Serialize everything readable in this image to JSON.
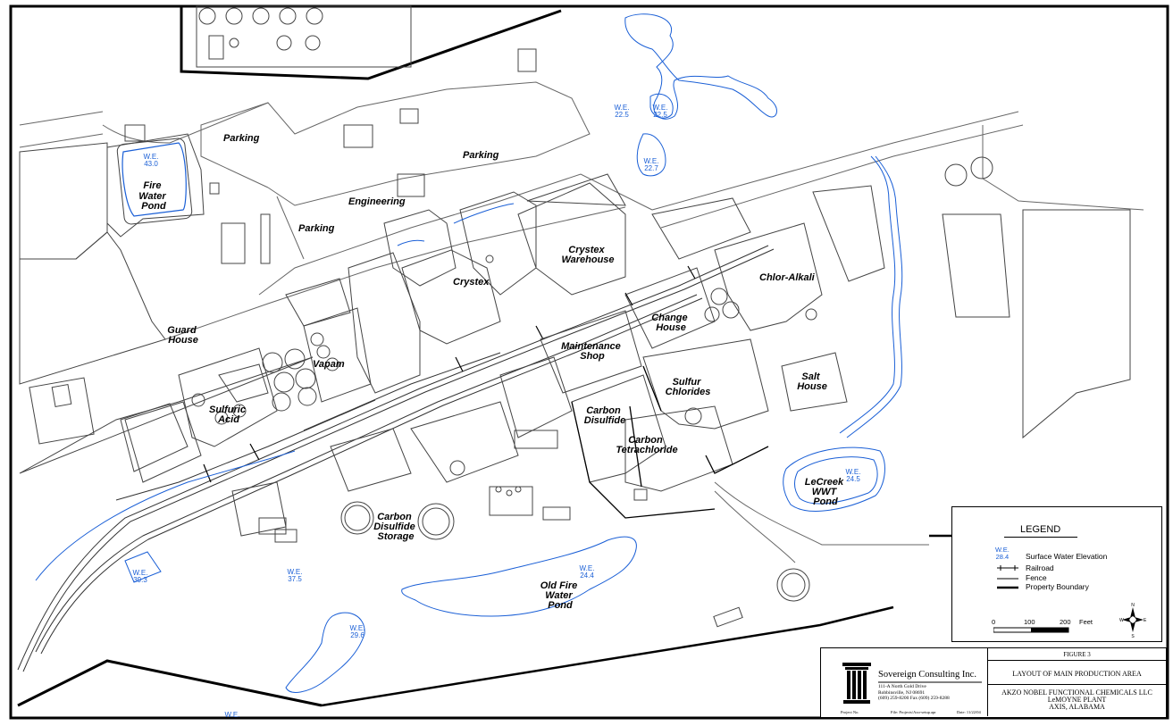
{
  "map": {
    "labels": {
      "parking_1": "Parking",
      "parking_2": "Parking",
      "parking_3": "Parking",
      "engineering": "Engineering",
      "fire_water_pond": [
        "Fire",
        "Water",
        "Pond"
      ],
      "crystex_warehouse": [
        "Crystex",
        "Warehouse"
      ],
      "crystex": "Crystex",
      "chlor_alkali": "Chlor-Alkali",
      "change_house": [
        "Change",
        "House"
      ],
      "maintenance_shop": [
        "Maintenance",
        "Shop"
      ],
      "guard_house": [
        "Guard",
        "House"
      ],
      "vapam": "Vapam",
      "sulfuric_acid": [
        "Sulfuric",
        "Acid"
      ],
      "sulfur_chlorides": [
        "Sulfur",
        "Chlorides"
      ],
      "salt_house": [
        "Salt",
        "House"
      ],
      "carbon_disulfide": [
        "Carbon",
        "Disulfide"
      ],
      "carbon_tetrachloride": [
        "Carbon",
        "Tetrachloride"
      ],
      "lecreek_wwt_pond": [
        "LeCreek",
        "WWT",
        "Pond"
      ],
      "cs2_storage": [
        "Carbon",
        "Disulfide",
        "Storage"
      ],
      "old_fire_water_pond": [
        "Old Fire",
        "Water",
        "Pond"
      ]
    },
    "water_elevations": [
      [
        "W.E.",
        "43.0"
      ],
      [
        "W.E.",
        "22.5"
      ],
      [
        "W.E.",
        "22.5"
      ],
      [
        "W.E.",
        "22.7"
      ],
      [
        "W.E.",
        "24.5"
      ],
      [
        "W.E.",
        "24.4"
      ],
      [
        "W.E.",
        "37.5"
      ],
      [
        "W.E.",
        "39.3"
      ],
      [
        "W.E.",
        "29.6"
      ],
      [
        "W.E."
      ]
    ],
    "colors": {
      "water": "#1a5fd6",
      "lines": "#444444"
    }
  },
  "legend": {
    "title": "LEGEND",
    "we_sample": [
      "W.E.",
      "28.4"
    ],
    "items": [
      "Surface Water Elevation",
      "Railroad",
      "Fence",
      "Property Boundary"
    ],
    "scale": {
      "ticks": [
        "0",
        "100",
        "200"
      ],
      "unit": "Feet"
    },
    "north_arrow": {
      "n": "N",
      "e": "E",
      "s": "S",
      "w": "W"
    }
  },
  "title_block": {
    "figure": "FIGURE 3",
    "title": "LAYOUT OF MAIN PRODUCTION AREA",
    "client": [
      "AKZO NOBEL FUNCTIONAL CHEMICALS LLC",
      "LeMOYNE PLANT",
      "AXIS,  ALABAMA"
    ],
    "company": "Sovereign Consulting Inc.",
    "address": [
      "111-A North Gold Drive",
      "Robbinsville, NJ 08691",
      "(609) 259-8200  Fax (609) 259-8288"
    ],
    "footer": {
      "project": "Project No.",
      "file": "File:  Projects\\Axo-setup.apr",
      "date": "Date:  11/22/04"
    }
  }
}
